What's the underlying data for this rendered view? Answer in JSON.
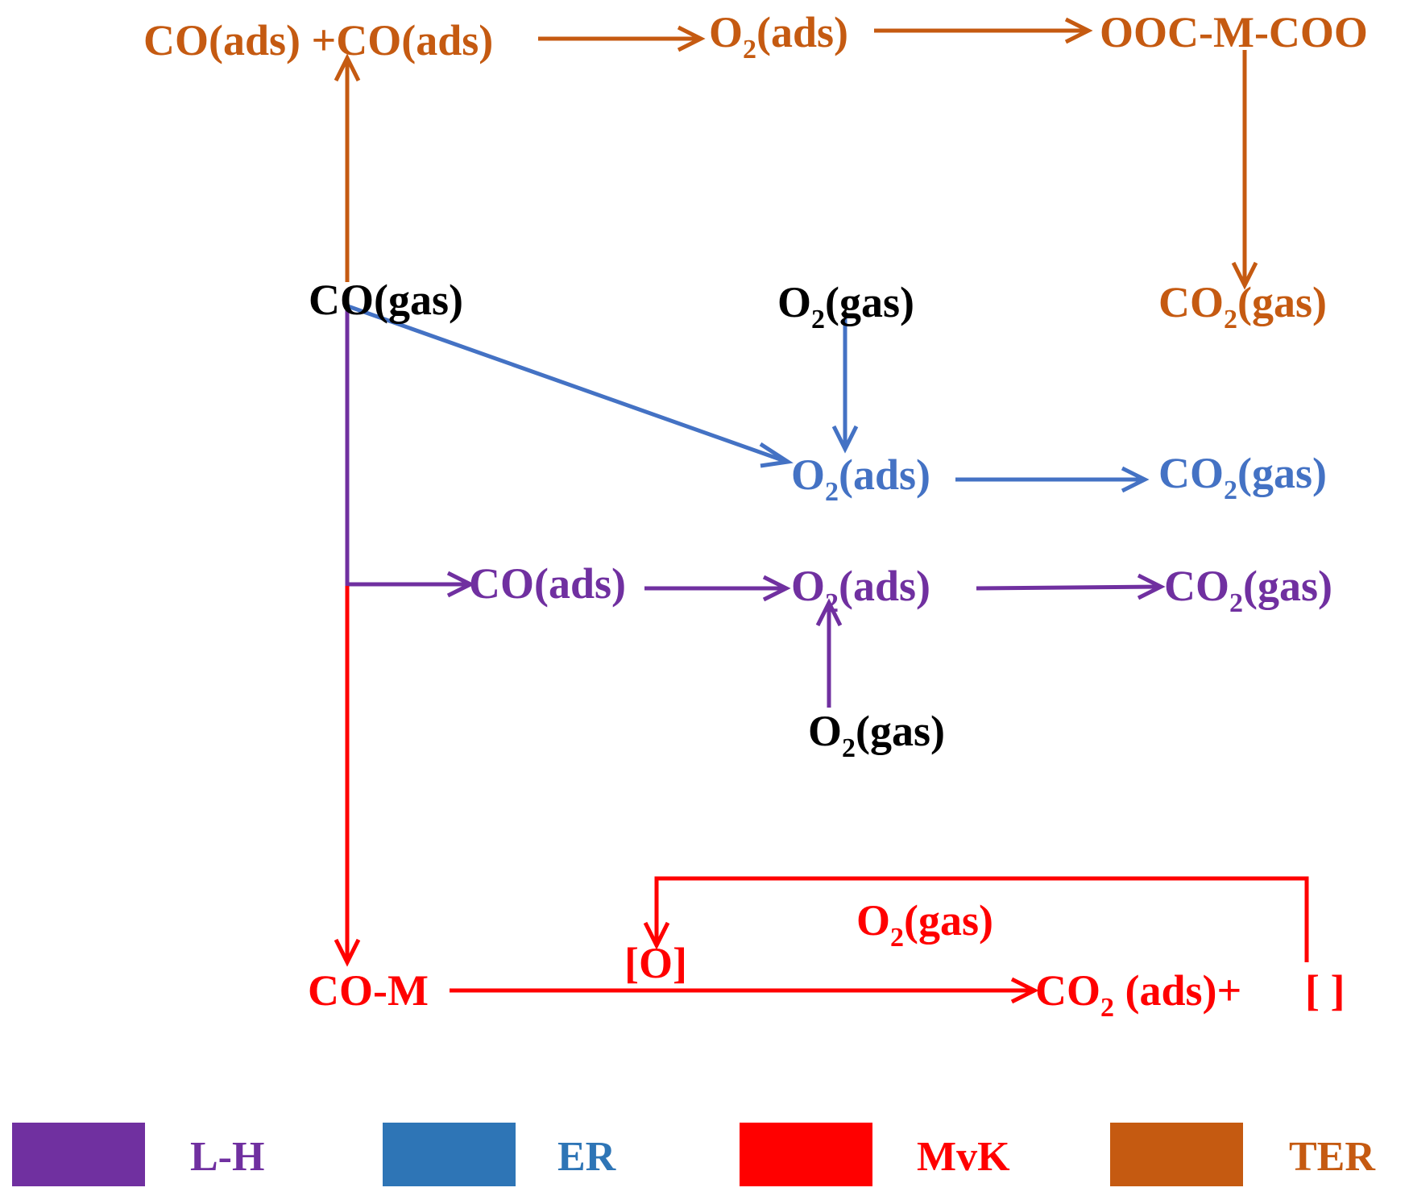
{
  "colors": {
    "lh": "#7030a0",
    "er": "#4472c4",
    "mvk": "#ff0000",
    "ter": "#c55a11",
    "gas": "#000000",
    "legend_er_box": "#2e75b6"
  },
  "labels": {
    "ter_co_pair": {
      "main": "CO(ads) +CO(ads)"
    },
    "ter_o2_ads": {
      "main": "O",
      "sub": "2",
      "tail": "(ads)"
    },
    "ter_oocmcoo": {
      "main": "OOC-M-COO"
    },
    "ter_co2_gas": {
      "main": "CO",
      "sub": "2",
      "tail": "(gas)"
    },
    "co_gas": {
      "main": "CO(gas)"
    },
    "er_o2_gas": {
      "main": "O",
      "sub": "2",
      "tail": "(gas)"
    },
    "er_o2_ads": {
      "main": "O",
      "sub": "2",
      "tail": "(ads)"
    },
    "er_co2_gas": {
      "main": "CO",
      "sub": "2",
      "tail": "(gas)"
    },
    "lh_co_ads": {
      "main": "CO(ads)"
    },
    "lh_o2_ads": {
      "main": "O",
      "sub": "2",
      "tail": "(ads)"
    },
    "lh_co2_gas": {
      "main": "CO",
      "sub": "2",
      "tail": "(gas)"
    },
    "lh_o2_gas": {
      "main": "O",
      "sub": "2",
      "tail": "(gas)"
    },
    "mvk_o2_gas": {
      "main": "O",
      "sub": "2",
      "tail": "(gas)"
    },
    "mvk_lattice_o": {
      "main": "[O]"
    },
    "mvk_co_m": {
      "main": "CO-M"
    },
    "mvk_co2_ads": {
      "main": "CO",
      "sub": "2",
      "tail": " (ads)+"
    },
    "mvk_vacancy": {
      "main": "[ ]"
    }
  },
  "legend": [
    {
      "key": "lh",
      "label": "L-H"
    },
    {
      "key": "er",
      "label": "ER"
    },
    {
      "key": "mvk",
      "label": "MvK"
    },
    {
      "key": "ter",
      "label": "TER"
    }
  ]
}
